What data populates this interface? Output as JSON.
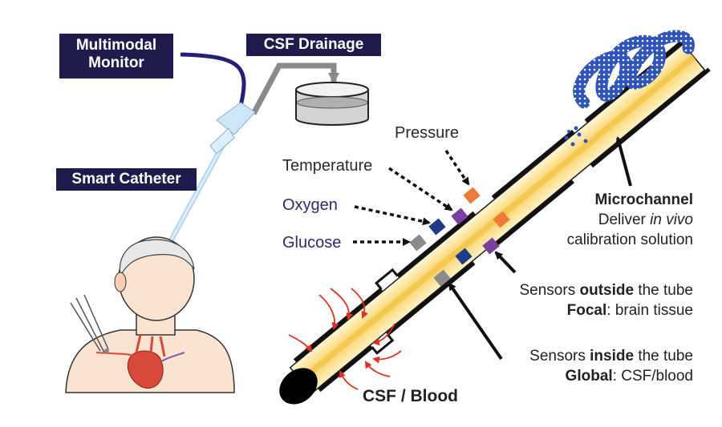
{
  "labels": {
    "multimodal_monitor": [
      "Multimodal",
      "Monitor"
    ],
    "csf_drainage": "CSF Drainage",
    "smart_catheter": "Smart Catheter",
    "pressure": "Pressure",
    "temperature": "Temperature",
    "oxygen": "Oxygen",
    "glucose": "Glucose",
    "csf_blood": "CSF / Blood"
  },
  "microchannel": {
    "title": "Microchannel",
    "line2_pre": "Deliver ",
    "line2_em": "in vivo",
    "line3": "calibration solution"
  },
  "sensors_outside": {
    "line1_pre": "Sensors ",
    "line1_bold": "outside",
    "line1_post": " the tube",
    "line2_bold": "Focal",
    "line2_post": ": brain tissue"
  },
  "sensors_inside": {
    "line1_pre": "Sensors ",
    "line1_bold": "inside",
    "line1_post": " the tube",
    "line2_bold": "Global",
    "line2_post": ": CSF/blood"
  },
  "colors": {
    "tube_fill": "#fbe7a8",
    "tube_core": "#f6c64a",
    "dark_box": "#1f1b4d",
    "pressure_sensor": "#ee7a3a",
    "temperature_sensor": "#7b3fa0",
    "oxygen_sensor": "#1d3b8a",
    "glucose_sensor": "#8a8a8a",
    "flow_arrows": "#e03020",
    "microchannel": "#2f55b8"
  }
}
